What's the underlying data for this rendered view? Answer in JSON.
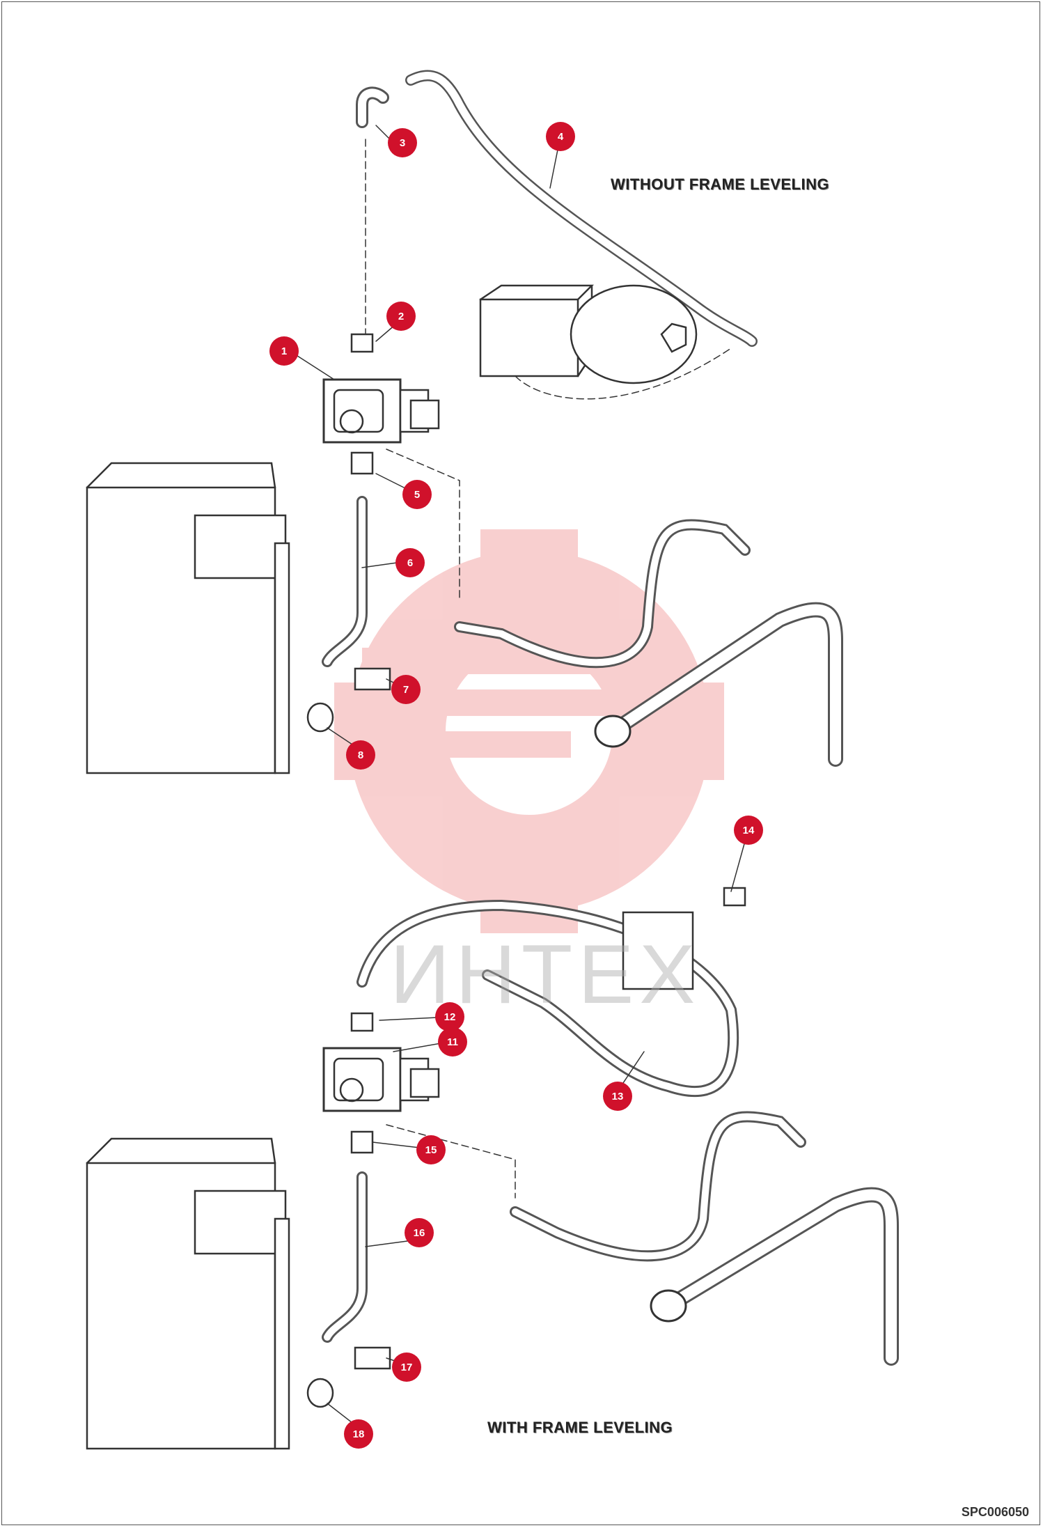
{
  "labels": {
    "without": "WITHOUT  FRAME LEVELING",
    "with": "WITH  FRAME LEVELING",
    "drawing_code": "SPC006050",
    "watermark_text": "ИНТЕХ"
  },
  "callouts": [
    "1",
    "2",
    "3",
    "4",
    "5",
    "6",
    "7",
    "8",
    "11",
    "12",
    "13",
    "14",
    "15",
    "16",
    "17",
    "18"
  ],
  "colors": {
    "callout": "#d0112b",
    "watermark": "#f4a9a9",
    "line": "#333333"
  }
}
